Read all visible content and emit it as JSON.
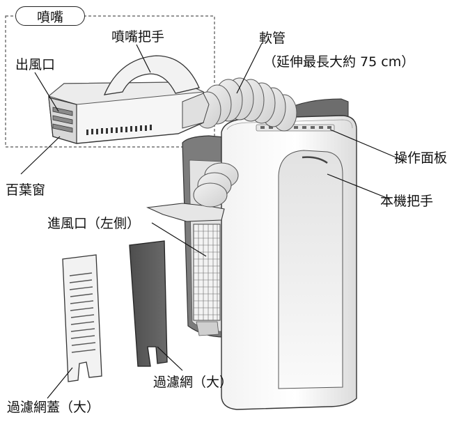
{
  "labels": {
    "nozzle_group": "噴嘴",
    "nozzle_handle": "噴嘴把手",
    "hose": "軟管",
    "hose_note": "（延伸最長大約 75 cm）",
    "air_outlet": "出風口",
    "louver": "百葉窗",
    "control_panel": "操作面板",
    "unit_handle": "本機把手",
    "air_inlet": "進風口（左側）",
    "filter_large": "過濾網（大）",
    "filter_cover_large": "過濾網蓋（大）"
  }
}
